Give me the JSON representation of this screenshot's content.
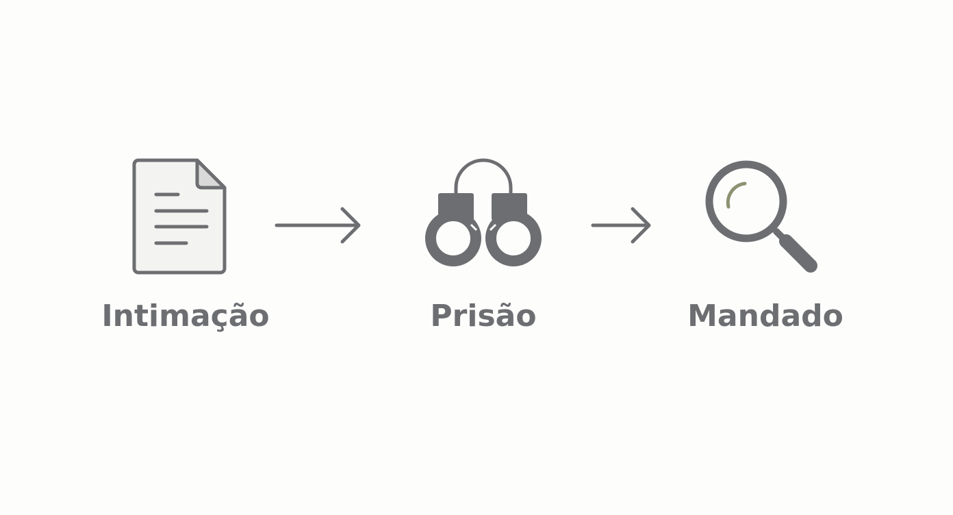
{
  "steps": [
    {
      "label": "Intimação",
      "icon": "document-icon"
    },
    {
      "label": "Prisão",
      "icon": "handcuffs-icon"
    },
    {
      "label": "Mandado",
      "icon": "magnifying-glass-icon"
    }
  ],
  "connectors": [
    {
      "icon": "arrow-right-icon"
    },
    {
      "icon": "arrow-right-icon"
    }
  ],
  "colors": {
    "icon_stroke": "#6d6e71",
    "label_text": "#6d6e71",
    "paper_fill": "#f3f3f1",
    "fold_fill": "#d9d9d9",
    "lens_highlight": "#8b9272",
    "background": "#fdfdfc"
  }
}
